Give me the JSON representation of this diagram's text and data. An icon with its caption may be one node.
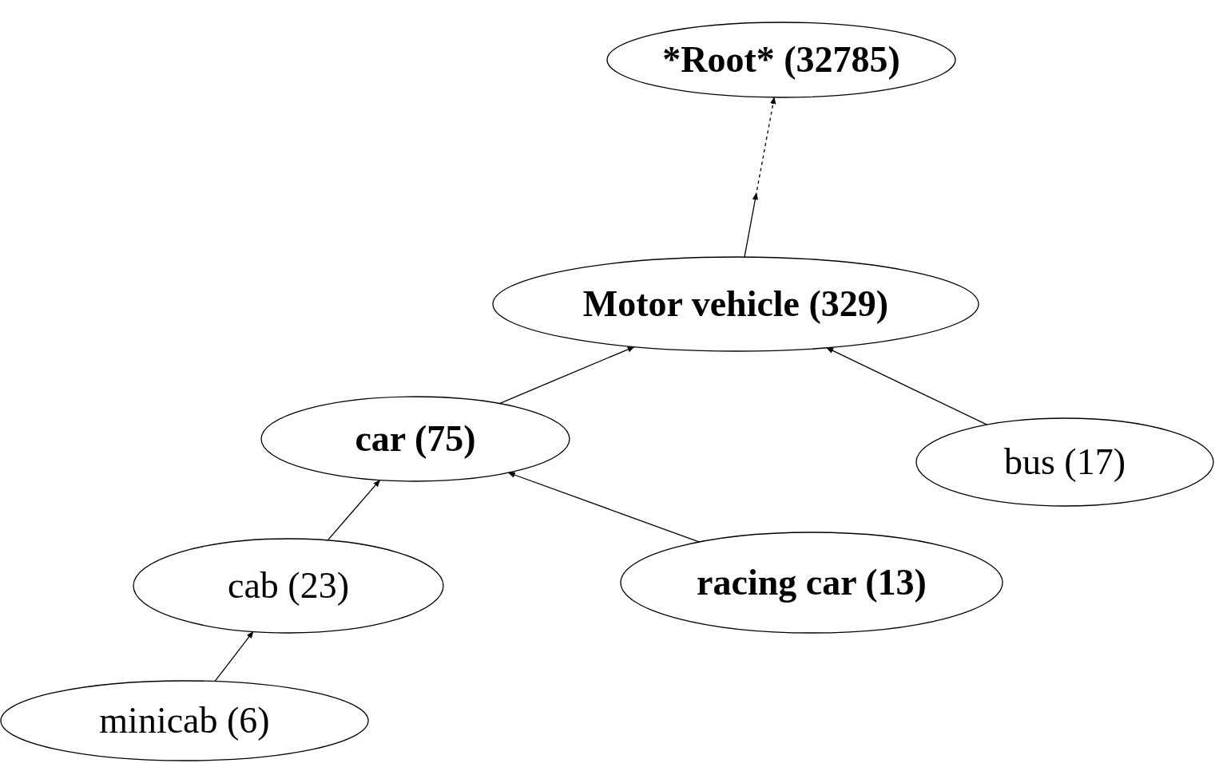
{
  "diagram": {
    "nodes": [
      {
        "text": [
          "*Root* (32785)"
        ]
      },
      {
        "text": [
          "Motor vehicle (329)"
        ]
      },
      {
        "text": [
          "car (75)"
        ]
      },
      {
        "text": [
          "bus (17)"
        ]
      },
      {
        "text": [
          "cab (23)"
        ]
      },
      {
        "text": [
          "racing car (13)"
        ]
      },
      {
        "text": [
          "minicab (6)"
        ]
      }
    ],
    "edges": [
      {
        "from": 1,
        "to": 0,
        "arrow": "to",
        "style": "dashed"
      },
      {
        "from": 2,
        "to": 1,
        "arrow": "to"
      },
      {
        "from": 3,
        "to": 1,
        "arrow": "to"
      },
      {
        "from": 4,
        "to": 2,
        "arrow": "to"
      },
      {
        "from": 5,
        "to": 2,
        "arrow": "to"
      },
      {
        "from": 6,
        "to": 4,
        "arrow": "to"
      }
    ]
  }
}
